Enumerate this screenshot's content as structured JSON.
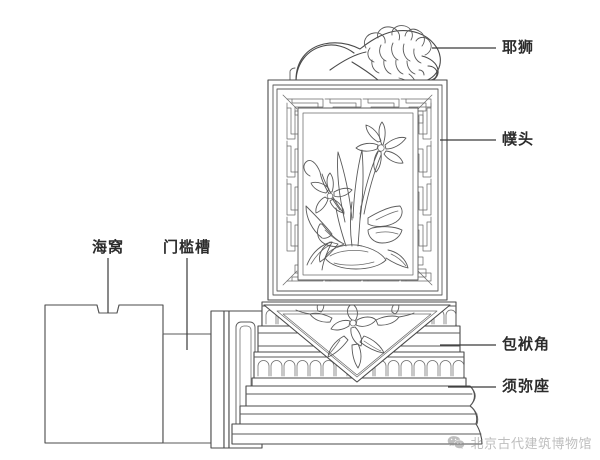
{
  "document": {
    "type": "architectural-line-drawing",
    "subject": "Chinese traditional gate pier stone (门墚) component diagram",
    "background_color": "#ffffff",
    "line_color": "#4a4a4a",
    "label_color": "#2b2b2b"
  },
  "labels": {
    "right": [
      {
        "id": "pa-shi",
        "text": "耶狮",
        "name": "label-pa-shi"
      },
      {
        "id": "fu-tou",
        "text": "幞头",
        "name": "label-fu-tou"
      },
      {
        "id": "bao-fu-jiao",
        "text": "包袱角",
        "name": "label-bao-fu-jiao"
      },
      {
        "id": "xu-mi-zuo",
        "text": "须弥座",
        "name": "label-xu-mi-zuo"
      }
    ],
    "top": [
      {
        "id": "hai-wo",
        "text": "海窝",
        "name": "label-hai-wo"
      },
      {
        "id": "men-kan-cao",
        "text": "门槛槽",
        "name": "label-men-kan-cao"
      }
    ]
  },
  "label_text": {
    "pa_shi": "耶狮",
    "fu_tou": "幞头",
    "bao_fu_jiao": "包袱角",
    "xu_mi_zuo": "须弥座",
    "hai_wo": "海窝",
    "men_kan_cao": "门槛槽"
  },
  "watermark": {
    "text": "北京古代建筑博物馆",
    "icon": "wechat-icon",
    "color": "#8a8a8a"
  }
}
